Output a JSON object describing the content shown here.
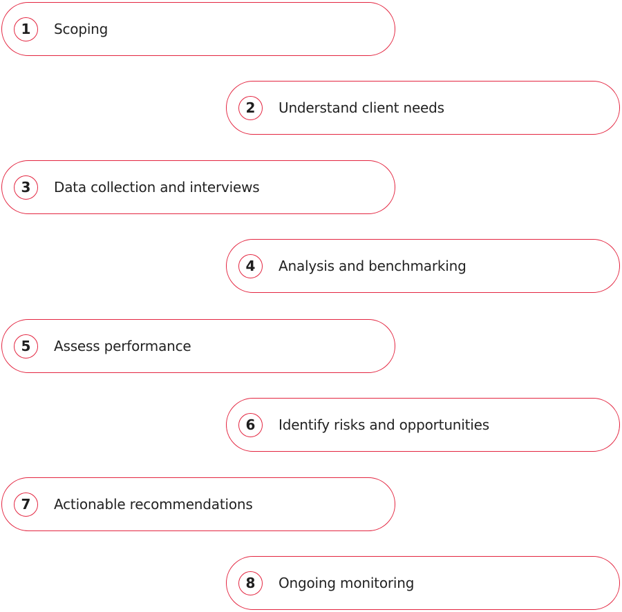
{
  "accent_color": "#e3243f",
  "steps": [
    {
      "number": "1",
      "label": "Scoping"
    },
    {
      "number": "2",
      "label": "Understand client needs"
    },
    {
      "number": "3",
      "label": "Data collection and interviews"
    },
    {
      "number": "4",
      "label": "Analysis and benchmarking"
    },
    {
      "number": "5",
      "label": "Assess performance"
    },
    {
      "number": "6",
      "label": "Identify risks and opportunities"
    },
    {
      "number": "7",
      "label": "Actionable recommendations"
    },
    {
      "number": "8",
      "label": "Ongoing monitoring"
    }
  ]
}
